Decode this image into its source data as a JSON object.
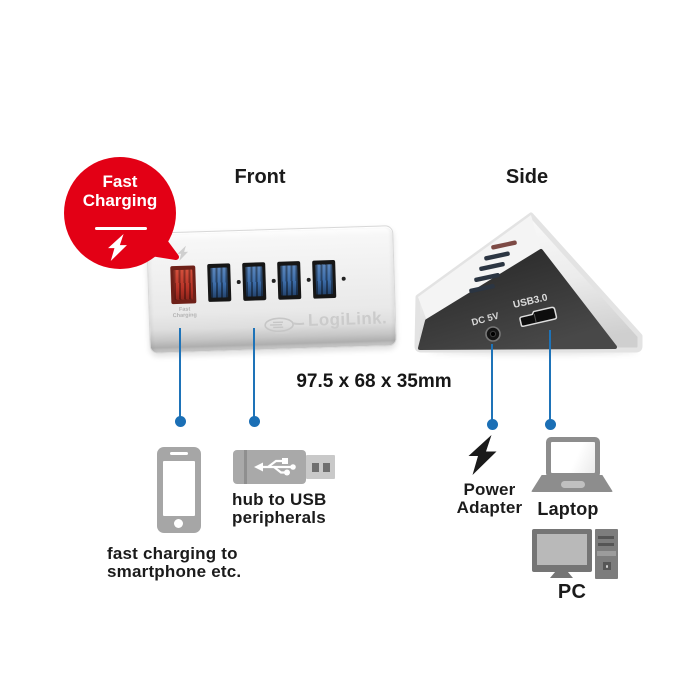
{
  "badge": {
    "title": "Fast\nCharging",
    "color": "#e30015",
    "icon": "lightning-bolt"
  },
  "views": {
    "front": "Front",
    "side": "Side"
  },
  "front_hub": {
    "brand": "LogiLink.",
    "fast_port_small_label": "Fast\nCharging",
    "fast_port_count": 1,
    "usb3_port_count": 4,
    "colors": {
      "fast_port": "#b93327",
      "usb3_port": "#3c6ca8",
      "body": "#ededed"
    }
  },
  "side_hub": {
    "dc_label": "DC 5V",
    "usb_label": "USB3.0"
  },
  "dimensions_label": "97.5 x 68 x 35mm",
  "callouts": {
    "line_color": "#1e73b8",
    "fast_charging": {
      "text": "fast charging to\nsmartphone etc.",
      "icon": "smartphone"
    },
    "peripherals": {
      "text": "hub to USB\nperipherals",
      "icon": "usb-plug"
    },
    "power": {
      "text": "Power\nAdapter",
      "icon": "lightning-bolt"
    },
    "laptop": {
      "text": "Laptop",
      "icon": "laptop"
    },
    "pc": {
      "text": "PC",
      "icon": "desktop-pc"
    }
  }
}
